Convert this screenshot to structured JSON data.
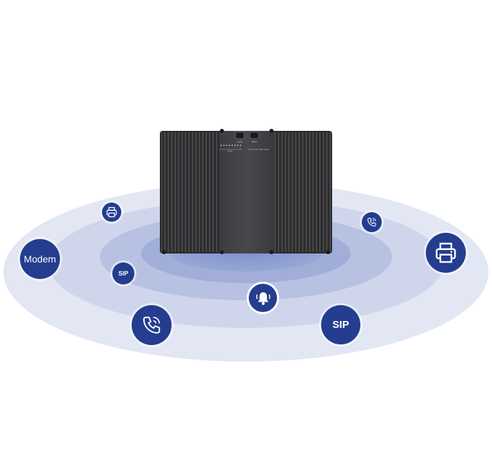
{
  "image": {
    "subject": "industrial gateway device",
    "badges": {
      "modem_label": "Modem",
      "sip_small_label": "SIP",
      "sip_large_label": "SIP"
    },
    "device_labels": {
      "port_1": "LAN1",
      "port_2": "WAN",
      "fxs": "FXS",
      "status": "UPS SYNC WIFI PWR"
    },
    "icons": [
      "printer-icon",
      "phone-icon",
      "bell-icon"
    ],
    "colors": {
      "badge": "#243d8f",
      "ring_outer": "#e3e7f4",
      "ring_inner": "#7f93cc",
      "device": "#3a3a3c"
    }
  }
}
